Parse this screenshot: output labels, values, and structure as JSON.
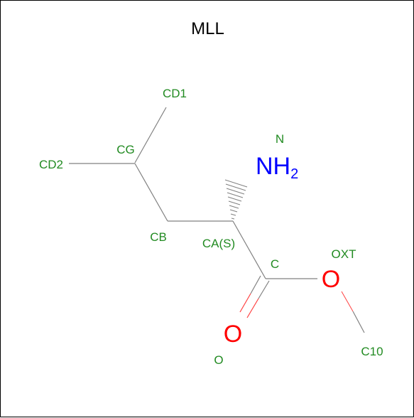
{
  "title": "MLL",
  "colors": {
    "label": "#228b22",
    "nitrogen": "#0000ff",
    "oxygen": "#ff0000",
    "bond": "#808080",
    "frame": "#000000"
  },
  "atom_labels": {
    "cd1": "CD1",
    "cg": "CG",
    "cd2": "CD2",
    "cb": "CB",
    "ca": "CA(S)",
    "n": "N",
    "c": "C",
    "oxt": "OXT",
    "o": "O",
    "c10": "C10"
  },
  "atom_symbols": {
    "nitrogen": "NH",
    "nitrogen_subscript": "2",
    "carbonyl_oxygen": "O",
    "ester_oxygen": "O"
  }
}
